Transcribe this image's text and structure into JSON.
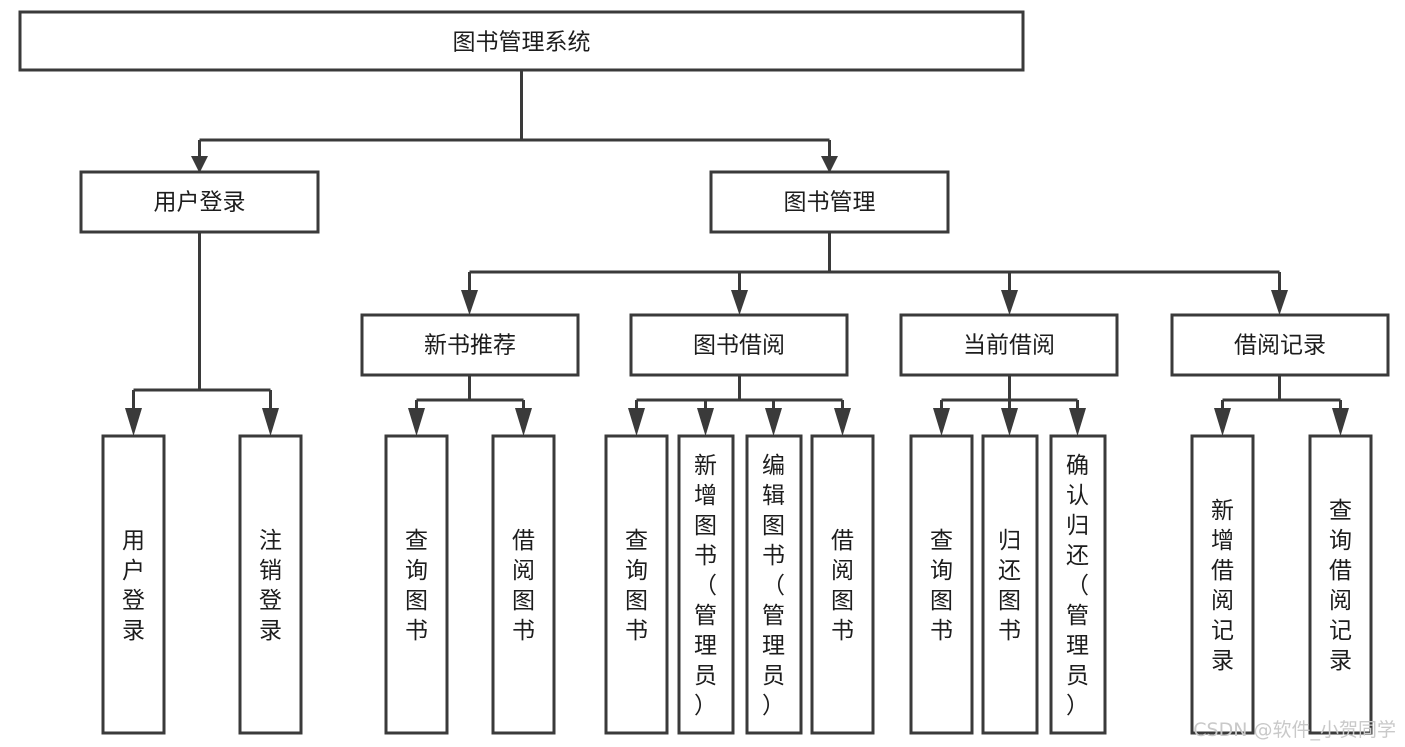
{
  "diagram": {
    "title": "图书管理系统",
    "type": "tree-hierarchy",
    "orientation": "top-down",
    "colors": {
      "stroke": "#3a3a3a",
      "fill": "#ffffff",
      "text": "#1d1d1d",
      "watermark": "#c9c9c9",
      "background": "#ffffff"
    },
    "root": {
      "label": "图书管理系统"
    },
    "level1": [
      {
        "id": "user-login",
        "label": "用户登录"
      },
      {
        "id": "book-management",
        "label": "图书管理"
      }
    ],
    "level2": [
      {
        "id": "new-book-recommend",
        "label": "新书推荐",
        "parent": "book-management"
      },
      {
        "id": "book-borrow",
        "label": "图书借阅",
        "parent": "book-management"
      },
      {
        "id": "current-borrow",
        "label": "当前借阅",
        "parent": "book-management"
      },
      {
        "id": "borrow-record",
        "label": "借阅记录",
        "parent": "book-management"
      }
    ],
    "leaves": {
      "user-login": [
        {
          "id": "leaf-user-login",
          "label": "用户登录"
        },
        {
          "id": "leaf-user-logout",
          "label": "注销登录"
        }
      ],
      "new-book-recommend": [
        {
          "id": "leaf-query-book-1",
          "label": "查询图书"
        },
        {
          "id": "leaf-borrow-book-1",
          "label": "借阅图书"
        }
      ],
      "book-borrow": [
        {
          "id": "leaf-query-book-2",
          "label": "查询图书"
        },
        {
          "id": "leaf-add-book",
          "label": "新增图书（管理员）"
        },
        {
          "id": "leaf-edit-book",
          "label": "编辑图书（管理员）"
        },
        {
          "id": "leaf-borrow-book-2",
          "label": "借阅图书"
        }
      ],
      "current-borrow": [
        {
          "id": "leaf-query-book-3",
          "label": "查询图书"
        },
        {
          "id": "leaf-return-book",
          "label": "归还图书"
        },
        {
          "id": "leaf-confirm-return",
          "label": "确认归还（管理员）"
        }
      ],
      "borrow-record": [
        {
          "id": "leaf-add-record",
          "label": "新增借阅记录"
        },
        {
          "id": "leaf-query-record",
          "label": "查询借阅记录"
        }
      ]
    }
  },
  "watermark": {
    "text": "CSDN @软件_小贺同学"
  }
}
